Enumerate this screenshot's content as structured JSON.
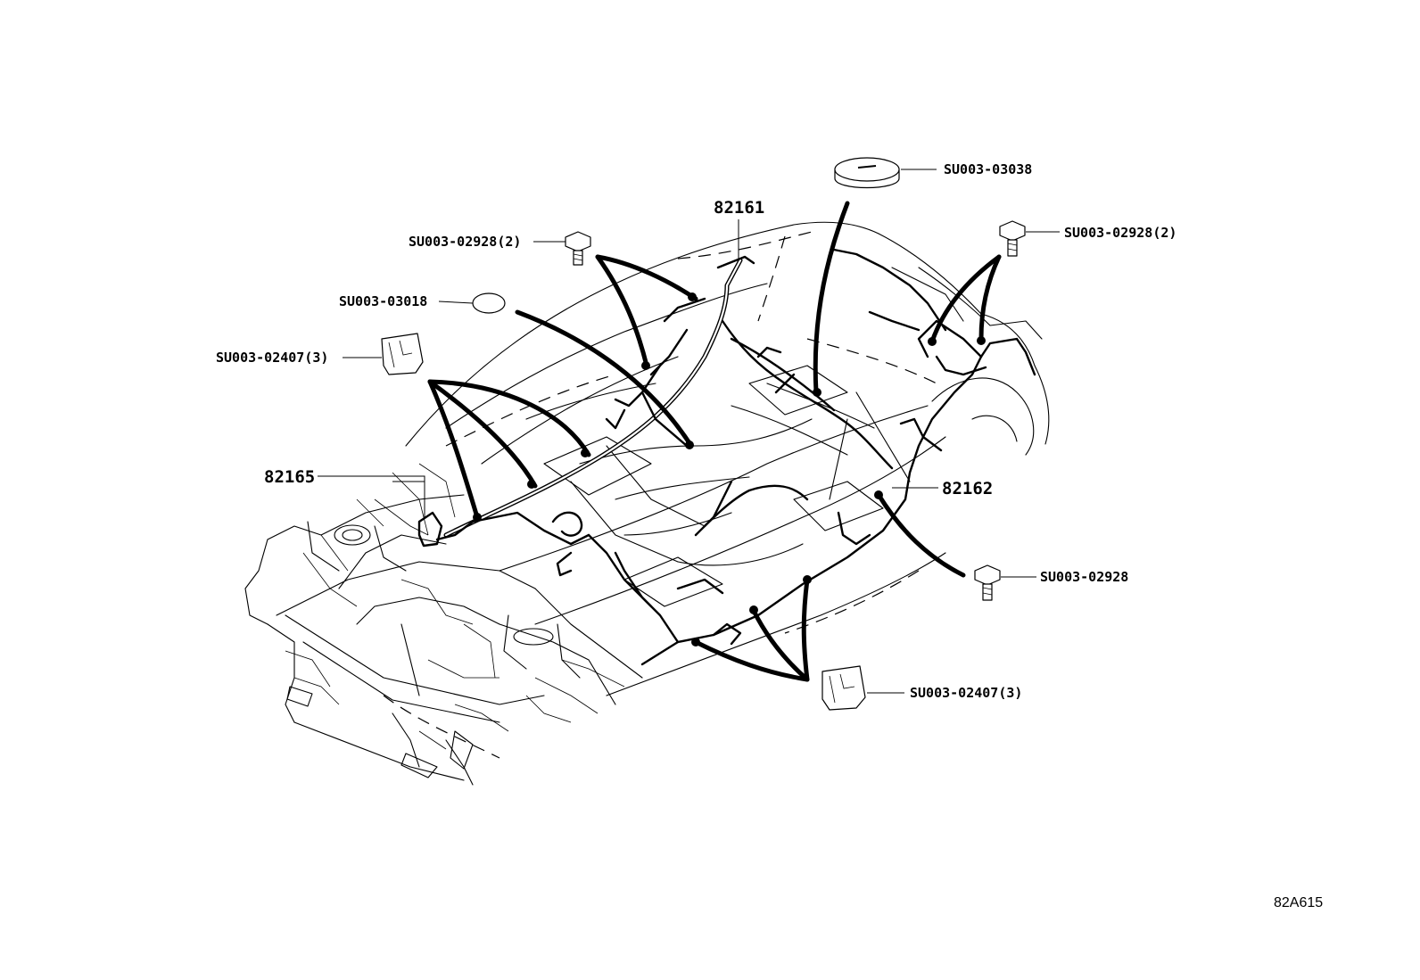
{
  "labels": {
    "harness_main": "82161",
    "harness_front": "82165",
    "harness_rear": "82162",
    "plug_top": "SU003-03038",
    "bolt_left": "SU003-02928(2)",
    "bolt_right": "SU003-02928(2)",
    "bolt_lower": "SU003-02928",
    "plug_left": "SU003-03018",
    "clamp_left": "SU003-02407(3)",
    "clamp_lower": "SU003-02407(3)"
  },
  "figure_ref": "82A615"
}
